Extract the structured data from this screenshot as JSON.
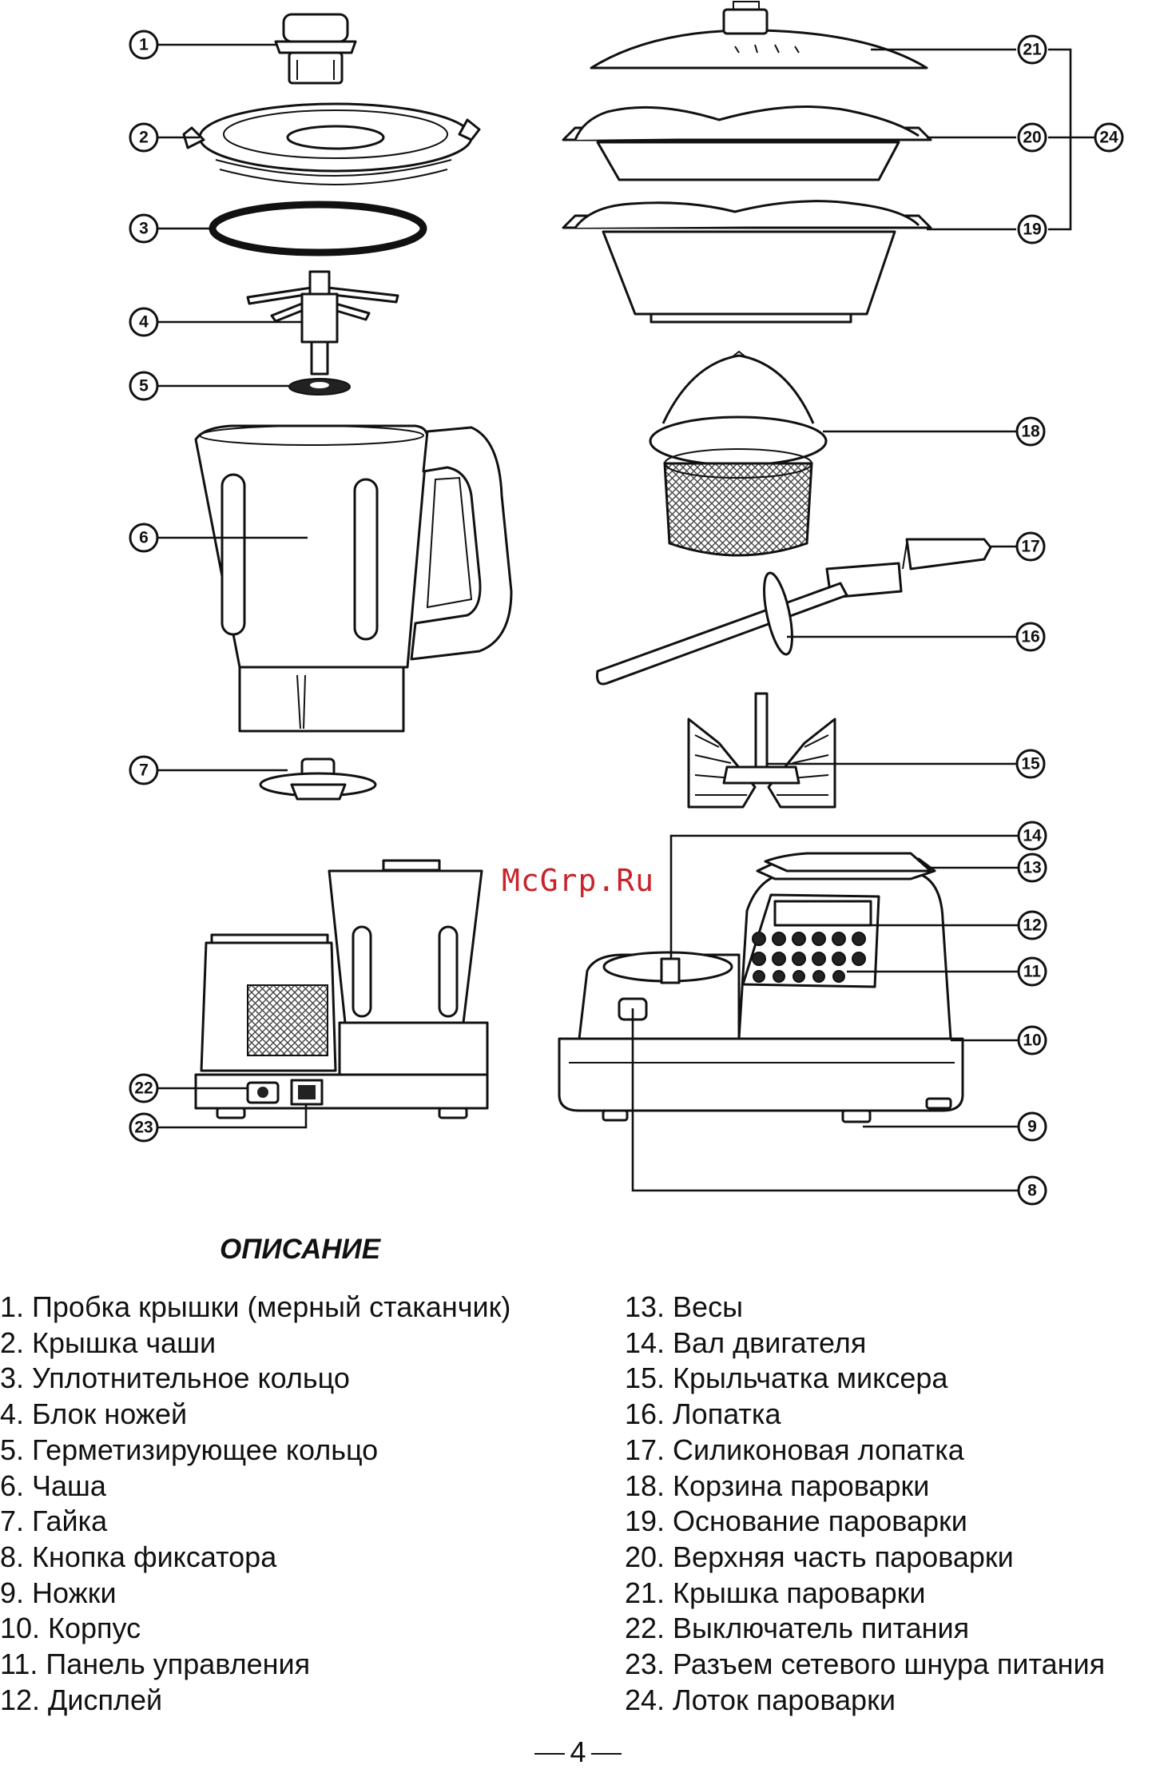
{
  "watermark": "McGrp.Ru",
  "section_title": "ОПИСАНИЕ",
  "callouts": [
    "1",
    "2",
    "3",
    "4",
    "5",
    "6",
    "7",
    "8",
    "9",
    "10",
    "11",
    "12",
    "13",
    "14",
    "15",
    "16",
    "17",
    "18",
    "19",
    "20",
    "21",
    "22",
    "23",
    "24"
  ],
  "parts_left": [
    "1. Пробка крышки (мерный стаканчик)",
    "2. Крышка чаши",
    "3. Уплотнительное кольцо",
    "4. Блок ножей",
    "5. Герметизирующее кольцо",
    "6. Чаша",
    "7. Гайка",
    "8. Кнопка фиксатора",
    "9. Ножки",
    "10. Корпус",
    "11. Панель управления",
    "12. Дисплей"
  ],
  "parts_right": [
    "13. Весы",
    "14. Вал двигателя",
    "15. Крыльчатка миксера",
    "16. Лопатка",
    "17. Силиконовая лопатка",
    "18. Корзина пароварки",
    "19. Основание пароварки",
    "20. Верхняя часть пароварки",
    "21. Крышка пароварки",
    "22. Выключатель питания",
    "23. Разъем сетевого шнура питания",
    "24. Лоток пароварки"
  ],
  "page_number": "4"
}
